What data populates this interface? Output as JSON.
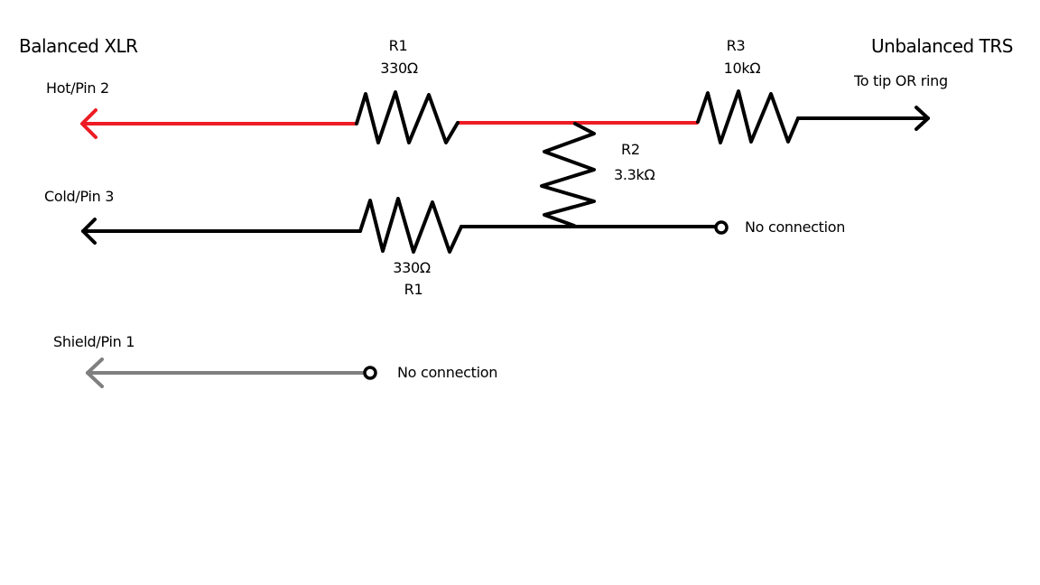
{
  "headers": {
    "left": "Balanced XLR",
    "right": "Unbalanced TRS"
  },
  "pins": {
    "hot": "Hot/Pin 2",
    "cold": "Cold/Pin 3",
    "shield": "Shield/Pin 1"
  },
  "output_label": "To tip OR ring",
  "resistors": {
    "r1_hot": {
      "name": "R1",
      "value": "330Ω"
    },
    "r1_cold": {
      "name": "R1",
      "value": "330Ω"
    },
    "r2": {
      "name": "R2",
      "value": "3.3kΩ"
    },
    "r3": {
      "name": "R3",
      "value": "10kΩ"
    }
  },
  "no_connection": {
    "cold_end": "No connection",
    "shield_end": "No connection"
  },
  "colors": {
    "hot": "#ed1c24",
    "cold": "#000000",
    "shield": "#7f7f7f",
    "resistor": "#000000"
  }
}
